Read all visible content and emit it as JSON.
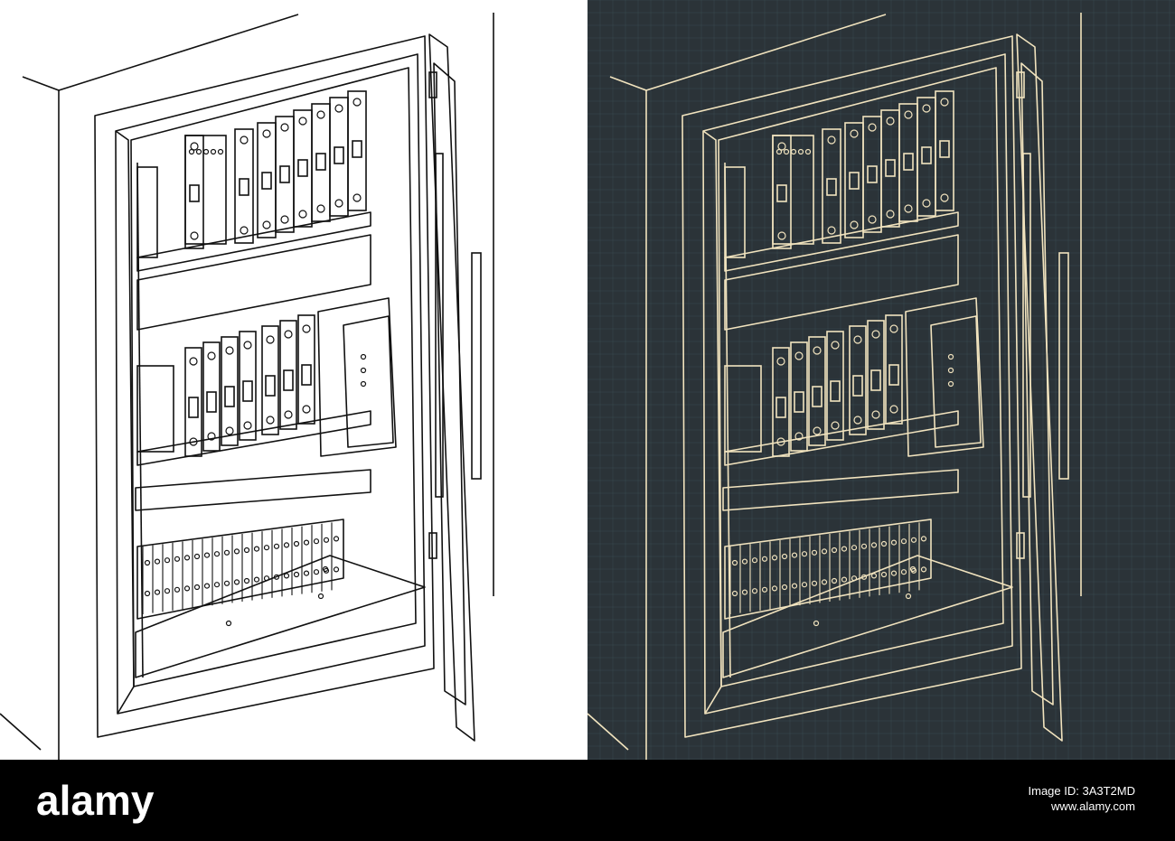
{
  "watermark": {
    "text": "alamy"
  },
  "footer": {
    "logo_text": "alamy",
    "image_id_label": "Image ID: 3A3T2MD",
    "site": "www.alamy.com"
  },
  "style": {
    "left_background": "#ffffff",
    "left_line": "#111111",
    "right_background": "#2b3338",
    "right_line": "#f1e3be",
    "right_grid": "#3a4a50",
    "footer_background": "#000000"
  }
}
